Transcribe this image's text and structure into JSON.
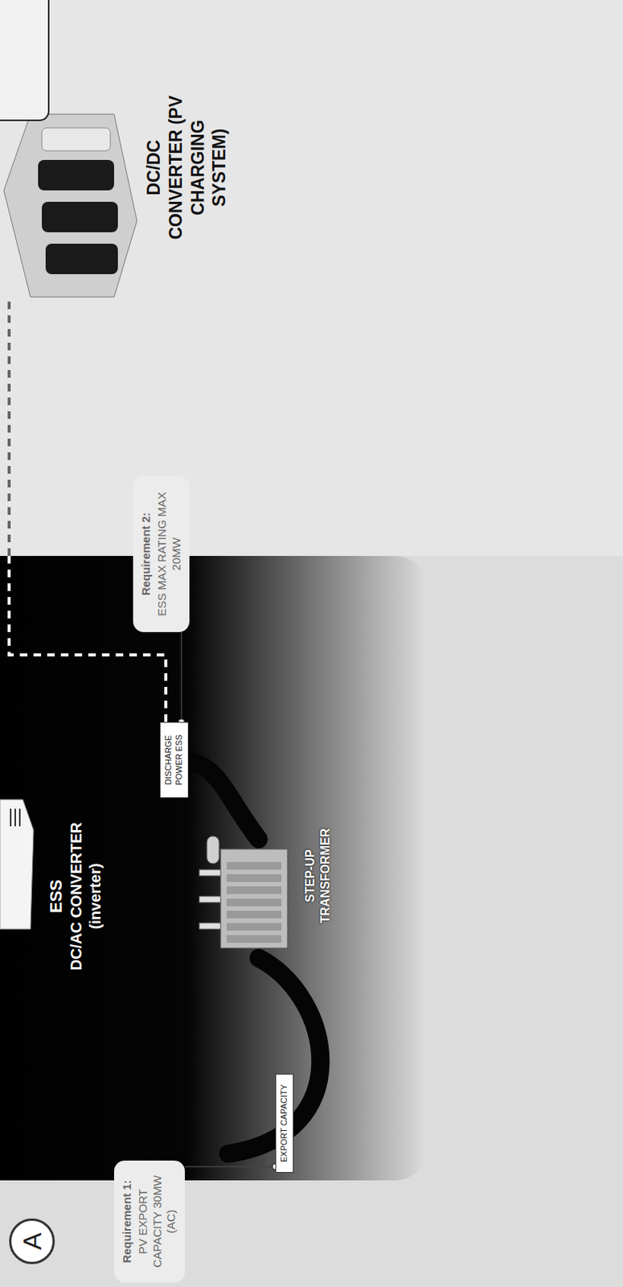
{
  "diagram": {
    "nodes": [
      {
        "text": [
          "A"
        ]
      },
      {
        "text": [
          "Requirement 1:",
          "PV EXPORT CAPACITY 30MW (AC)"
        ]
      },
      {
        "text": [
          "EXPORT CAPACITY"
        ]
      },
      {
        "text": [
          "DISCHARGE POWER ESS"
        ]
      },
      {
        "text": [
          "Requirement 2:",
          "ESS MAX RATING MAX 20MW"
        ]
      }
    ],
    "edges": [
      {
        "from": 1,
        "to": 2,
        "arrow": "none"
      },
      {
        "from": 4,
        "to": 3,
        "arrow": "none"
      }
    ],
    "labels": [
      "ESS",
      "DC/AC CONVERTER (inverter)",
      "STEP-UP TRANSFORMER",
      "DC/DC CONVERTER (PV CHARGING SYSTEM)"
    ]
  }
}
